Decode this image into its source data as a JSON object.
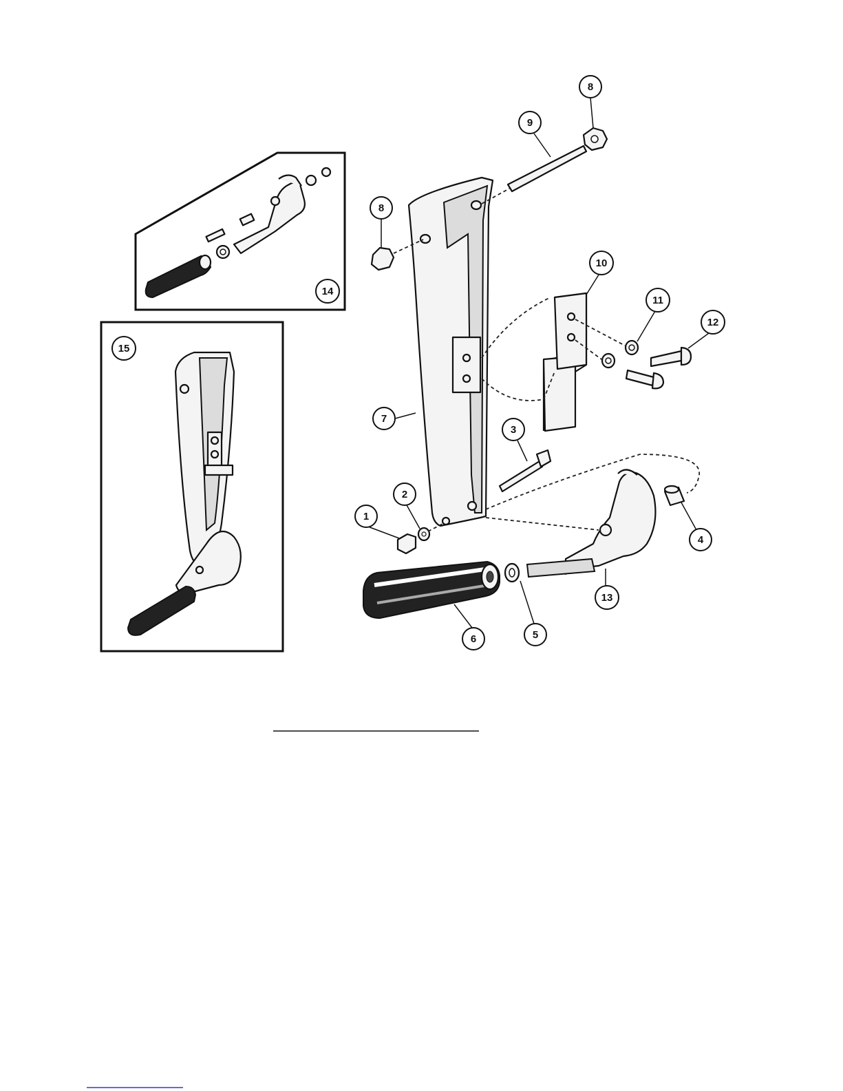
{
  "diagram": {
    "callouts": [
      {
        "id": "1",
        "label": "1"
      },
      {
        "id": "2",
        "label": "2"
      },
      {
        "id": "3",
        "label": "3"
      },
      {
        "id": "4",
        "label": "4"
      },
      {
        "id": "5",
        "label": "5"
      },
      {
        "id": "6",
        "label": "6"
      },
      {
        "id": "7",
        "label": "7"
      },
      {
        "id": "8a",
        "label": "8"
      },
      {
        "id": "8b",
        "label": "8"
      },
      {
        "id": "9",
        "label": "9"
      },
      {
        "id": "10",
        "label": "10"
      },
      {
        "id": "11",
        "label": "11"
      },
      {
        "id": "12",
        "label": "12"
      },
      {
        "id": "13",
        "label": "13"
      },
      {
        "id": "14",
        "label": "14"
      },
      {
        "id": "15",
        "label": "15"
      }
    ]
  },
  "colors": {
    "ink": "#111111",
    "paper": "#ffffff",
    "link_rule": "#2a3bd6"
  }
}
